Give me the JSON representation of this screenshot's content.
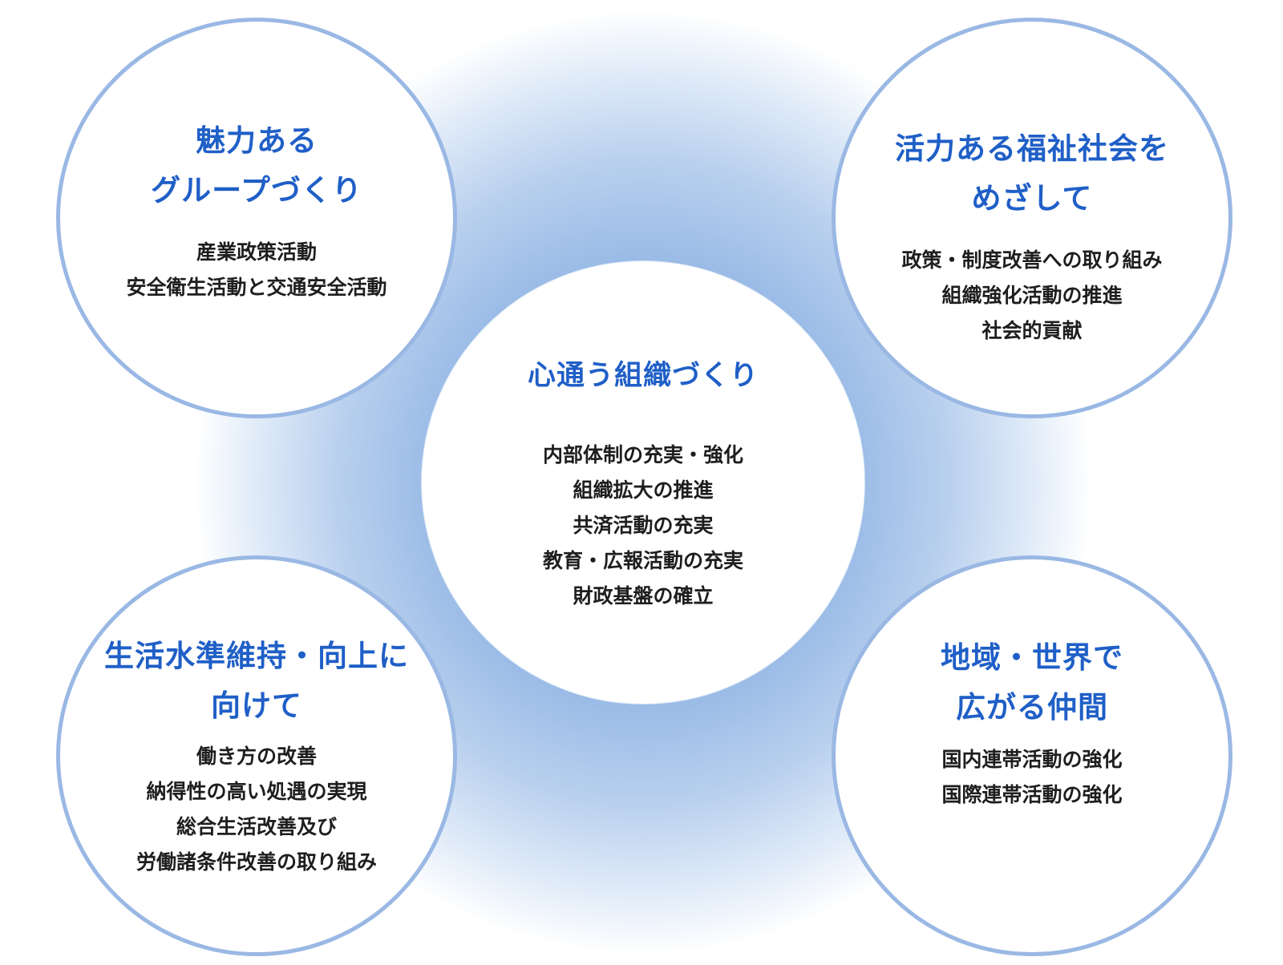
{
  "center": {
    "title": "心通う組織づくり",
    "items": [
      "内部体制の充実・強化",
      "組織拡大の推進",
      "共済活動の充実",
      "教育・広報活動の充実",
      "財政基盤の確立"
    ]
  },
  "top_left": {
    "title_lines": [
      "魅力ある",
      "グループづくり"
    ],
    "items": [
      "産業政策活動",
      "安全衛生活動と交通安全活動"
    ]
  },
  "top_right": {
    "title_lines": [
      "活力ある福祉社会を",
      "めざして"
    ],
    "items": [
      "政策・制度改善への取り組み",
      "組織強化活動の推進",
      "社会的貢献"
    ]
  },
  "bottom_left": {
    "title_lines": [
      "生活水準維持・向上に",
      "向けて"
    ],
    "items": [
      "働き方の改善",
      "納得性の高い処遇の実現",
      "総合生活改善及び",
      "労働諸条件改善の取り組み"
    ]
  },
  "bottom_right": {
    "title_lines": [
      "地域・世界で",
      "広がる仲間"
    ],
    "items": [
      "国内連帯活動の強化",
      "国際連帯活動の強化"
    ]
  },
  "colors": {
    "title": "#1f5fc7",
    "text": "#1e1e1e",
    "circle_border": "#9ab8e4",
    "glow": "#6f9fdc"
  }
}
